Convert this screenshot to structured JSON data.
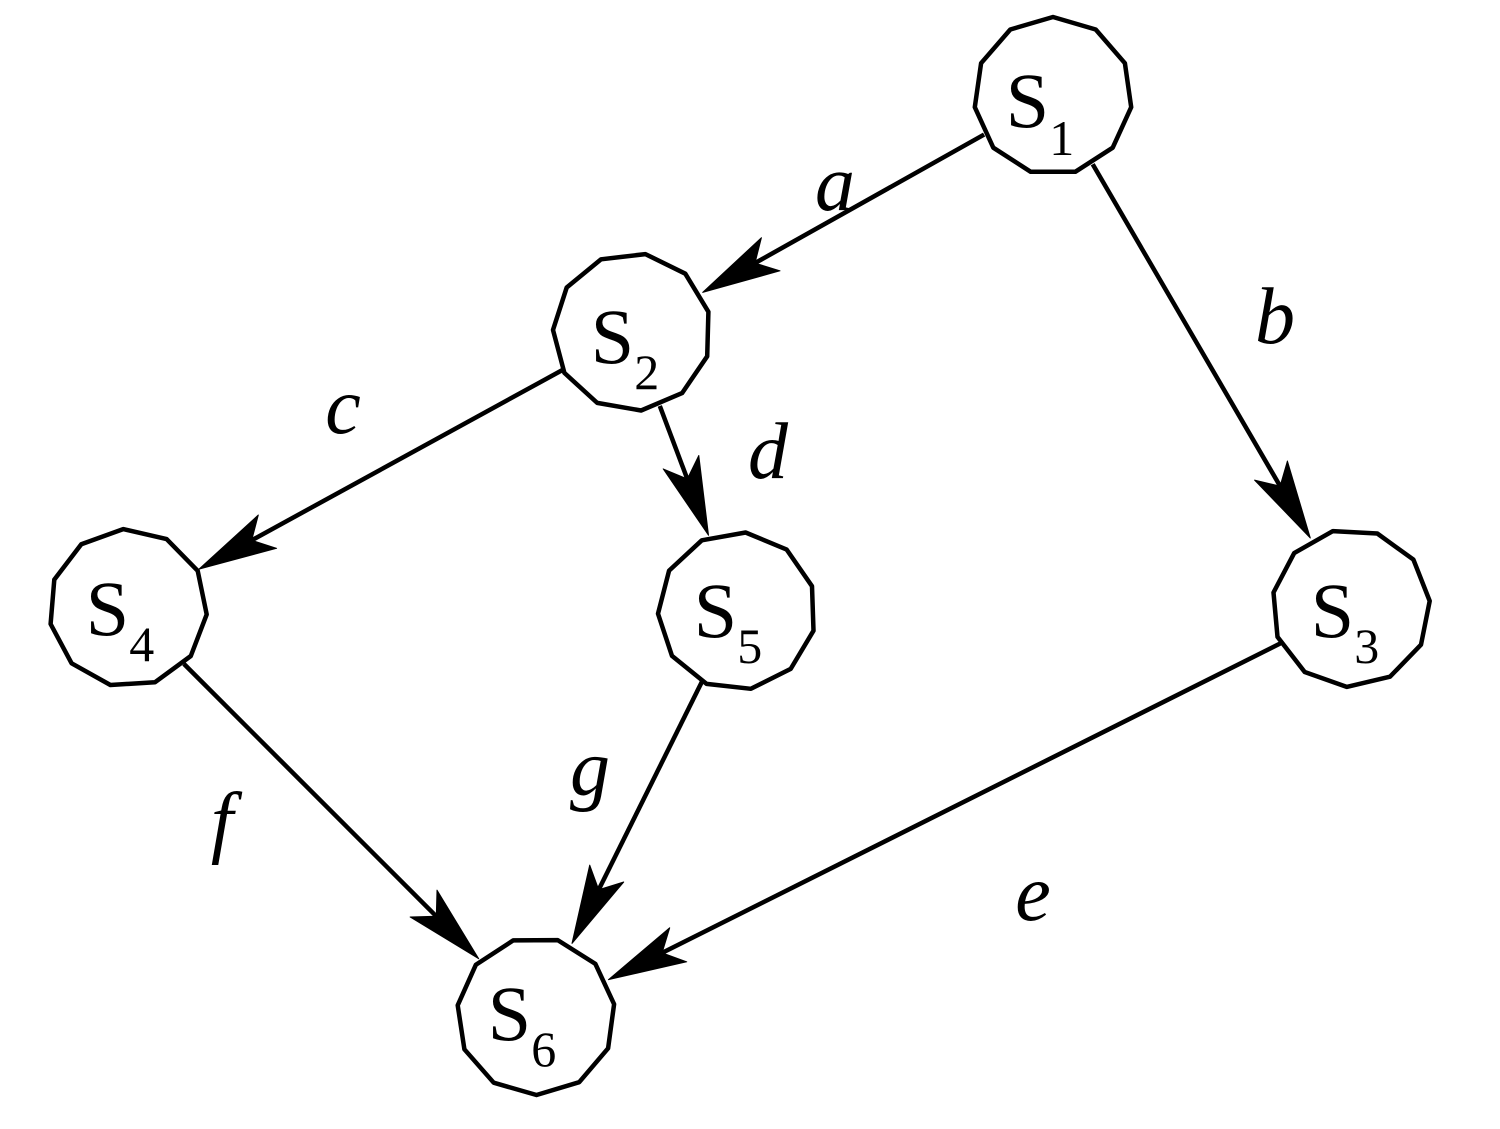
{
  "nodes": [
    {
      "id": "S1",
      "letter": "S",
      "sub": "1"
    },
    {
      "id": "S2",
      "letter": "S",
      "sub": "2"
    },
    {
      "id": "S3",
      "letter": "S",
      "sub": "3"
    },
    {
      "id": "S4",
      "letter": "S",
      "sub": "4"
    },
    {
      "id": "S5",
      "letter": "S",
      "sub": "5"
    },
    {
      "id": "S6",
      "letter": "S",
      "sub": "6"
    }
  ],
  "edges": [
    {
      "from": "S1",
      "to": "S2",
      "label": "a"
    },
    {
      "from": "S1",
      "to": "S3",
      "label": "b"
    },
    {
      "from": "S2",
      "to": "S4",
      "label": "c"
    },
    {
      "from": "S2",
      "to": "S5",
      "label": "d"
    },
    {
      "from": "S3",
      "to": "S6",
      "label": "e"
    },
    {
      "from": "S4",
      "to": "S6",
      "label": "f"
    },
    {
      "from": "S5",
      "to": "S6",
      "label": "g"
    }
  ],
  "colors": {
    "stroke": "#000000",
    "node_fill": "#ffffff",
    "background": "#ffffff"
  }
}
